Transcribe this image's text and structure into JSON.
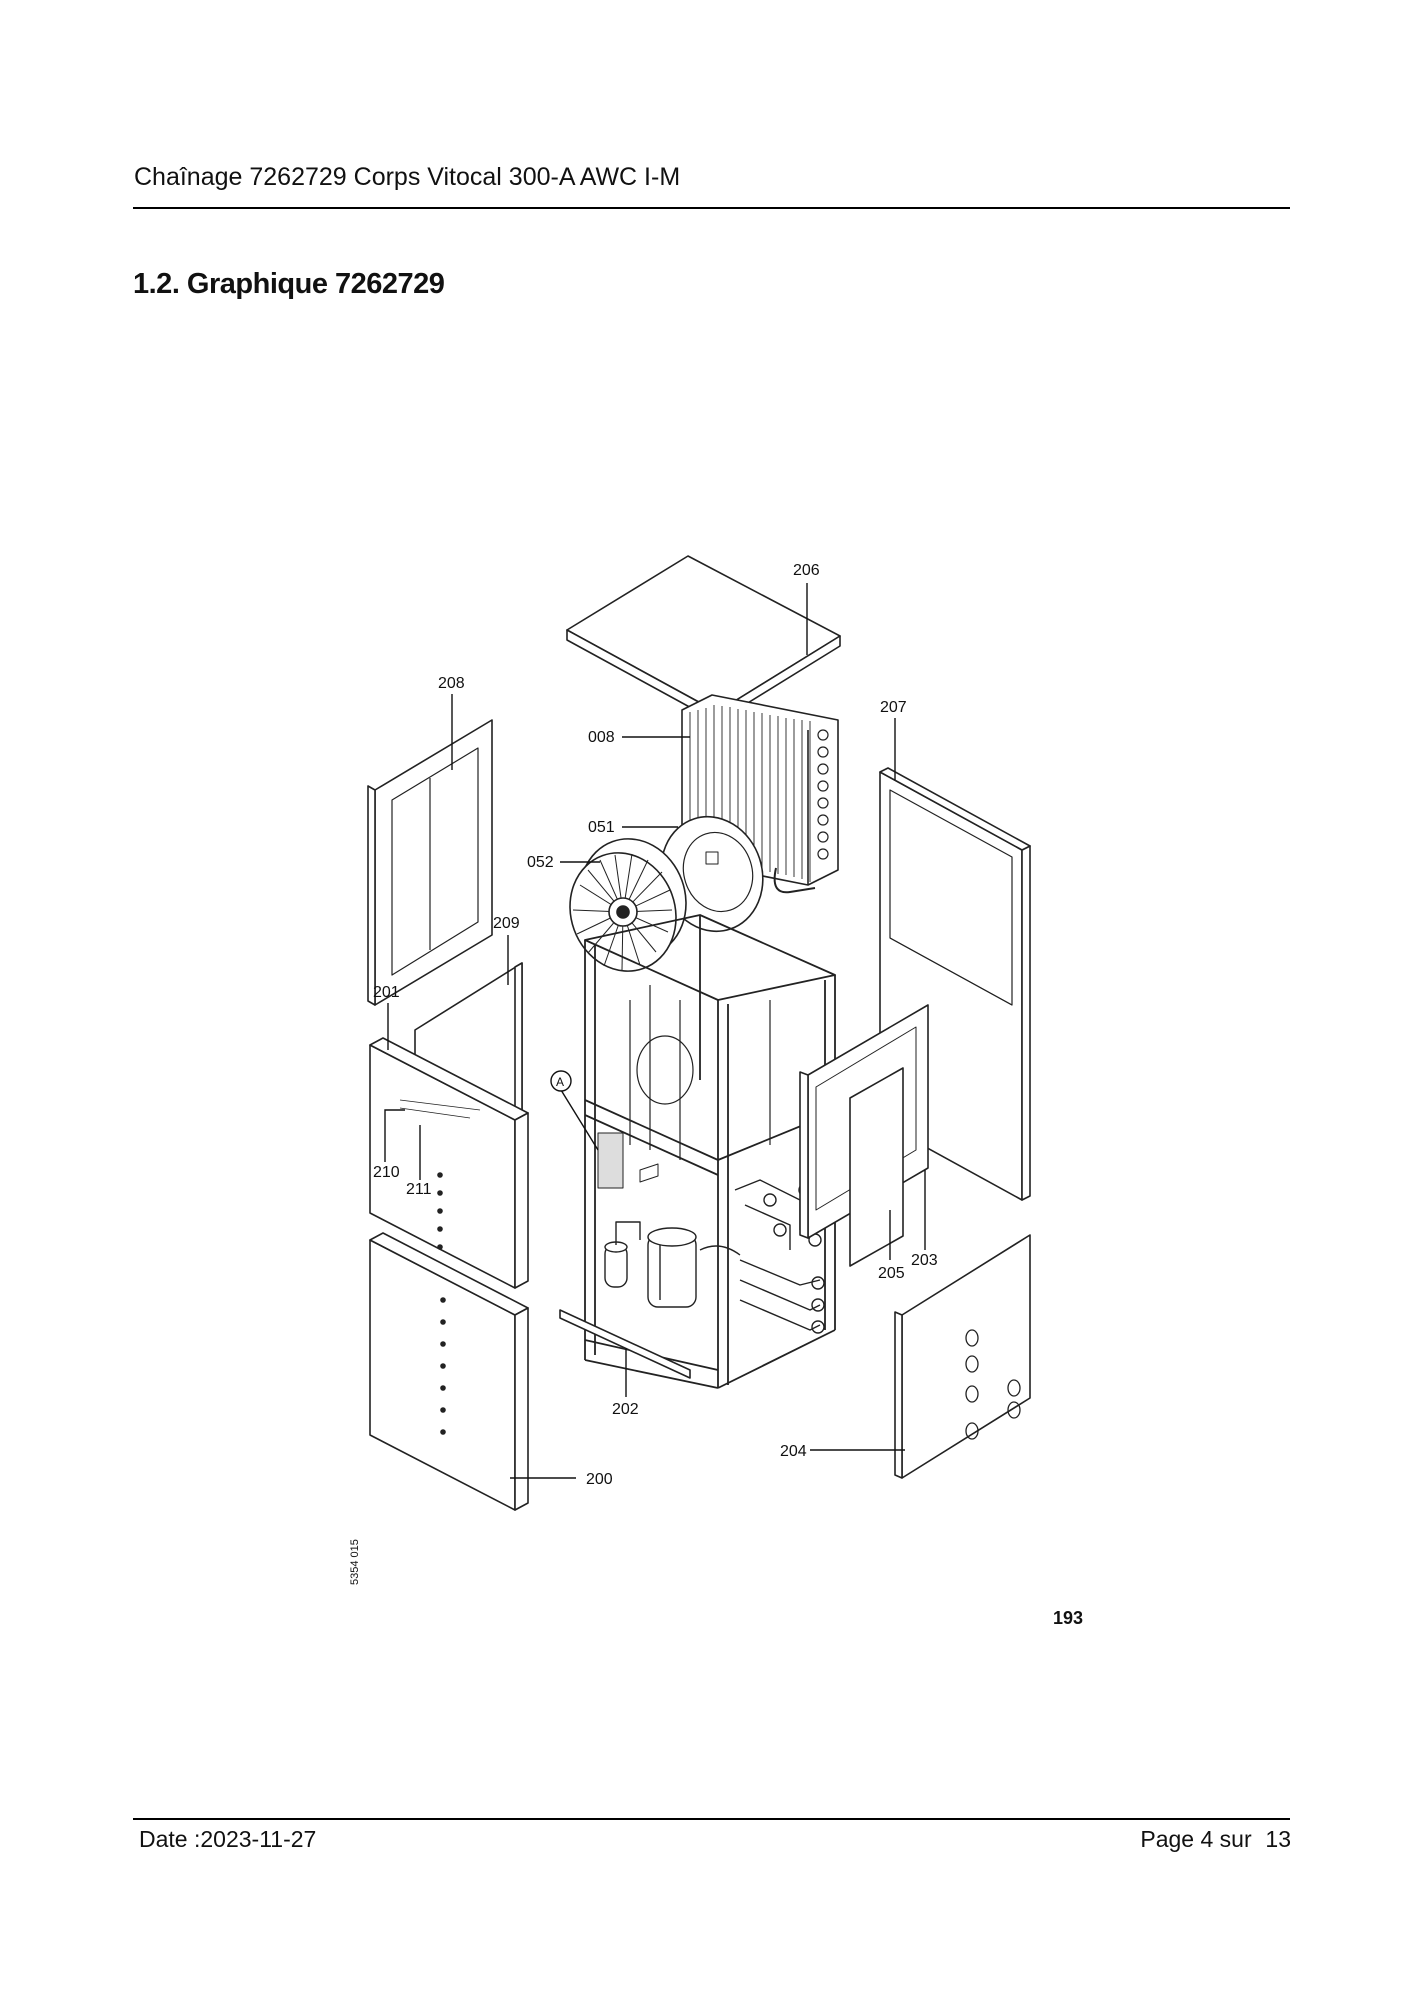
{
  "header": {
    "title": "Chaînage 7262729 Corps Vitocal 300-A AWC I-M"
  },
  "section": {
    "title": "1.2. Graphique 7262729"
  },
  "figure": {
    "callouts": {
      "c206": "206",
      "c208": "208",
      "c207": "207",
      "c008": "008",
      "c051": "051",
      "c052": "052",
      "c209": "209",
      "c201": "201",
      "cA": "A",
      "c210": "210",
      "c211": "211",
      "c203": "203",
      "c205": "205",
      "c202": "202",
      "c204": "204",
      "c200": "200"
    },
    "figure_code": "5354 015",
    "figure_number": "193"
  },
  "footer": {
    "date": "Date :2023-11-27",
    "page_label": "Page 4 sur",
    "page_total": "13"
  }
}
